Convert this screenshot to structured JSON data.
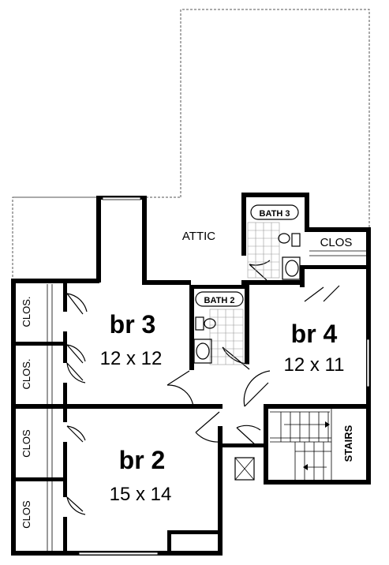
{
  "rooms": {
    "br3": {
      "name": "br 3",
      "dims": "12 x 12"
    },
    "br4": {
      "name": "br 4",
      "dims": "12 x 11"
    },
    "br2": {
      "name": "br 2",
      "dims": "15 x 14"
    }
  },
  "labels": {
    "attic": "ATTIC",
    "bath3": "BATH 3",
    "bath2": "BATH 2",
    "clos_br4": "CLOS",
    "clos1": "CLOS.",
    "clos2": "CLOS.",
    "clos3": "CLOS",
    "clos4": "CLOS",
    "stairs": "STAIRS"
  }
}
